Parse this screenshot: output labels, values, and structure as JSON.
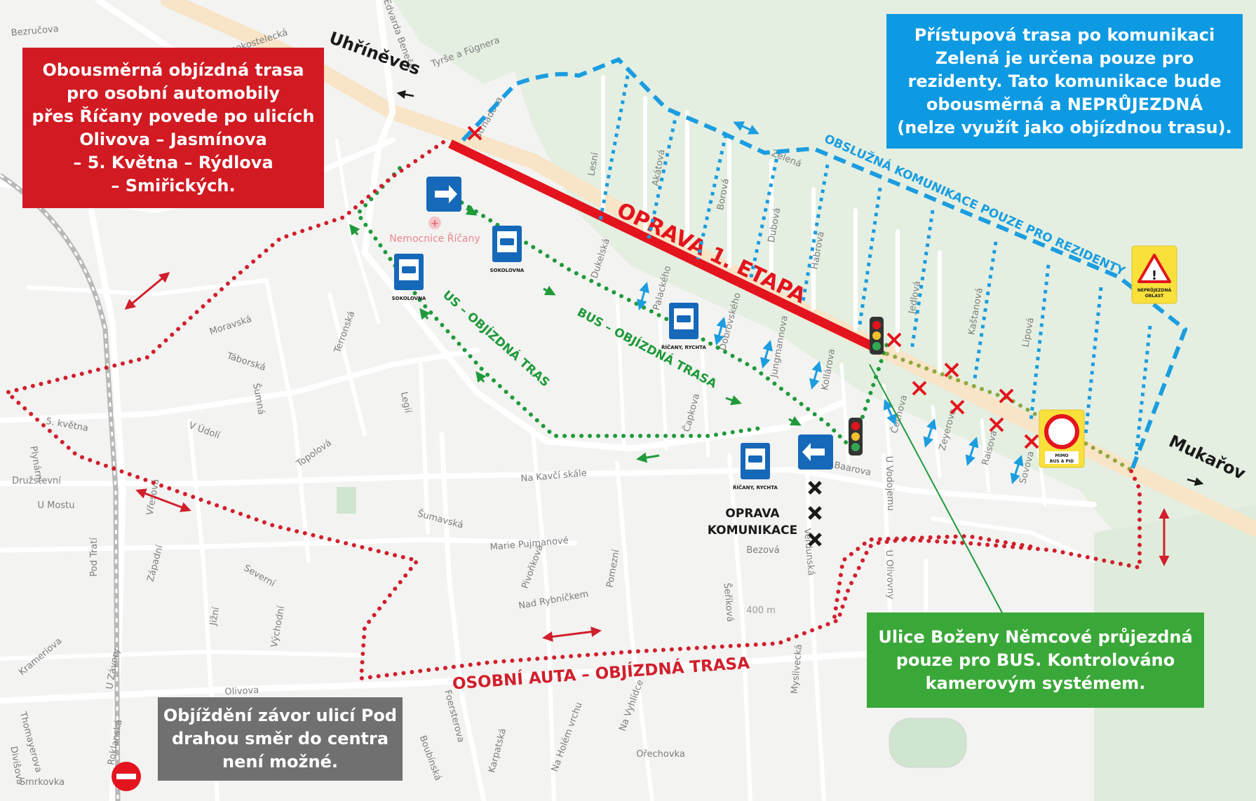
{
  "colors": {
    "repair": "#e3141d",
    "detour_car": "#d11f2c",
    "detour_bus": "#1f9a3b",
    "resident": "#1b9de0",
    "box_red": "#d21a22",
    "box_blue": "#0d9ae2",
    "box_green": "#3aa838",
    "box_gray": "#707070",
    "sign_blue": "#1668b8",
    "warning_yellow": "#f9e03a",
    "cross_black": "#1a1a1a"
  },
  "boxes": {
    "red": [
      "Obousměrná objízdná trasa",
      "pro osobní automobily",
      "přes Říčany povede po ulicích",
      "Olivova – Jasmínova",
      "– 5. Května – Rýdlova",
      "– Smiřických."
    ],
    "blue": [
      "Přístupová trasa po komunikaci",
      "Zelená je určena pouze pro",
      "rezidenty. Tato komunikace bude",
      "obousměrná a NEPRŮJEZDNÁ",
      "(nelze využít jako objízdnou trasu)."
    ],
    "green": [
      "Ulice Boženy Němcové průjezdná",
      "pouze pro BUS. Kontrolováno",
      "kamerovým systémem."
    ],
    "gray": [
      "Objíždění závor ulicí Pod",
      "drahou směr do centra",
      "není možné."
    ]
  },
  "labels": {
    "repair": "OPRAVA 1. ETAPA",
    "bus_detour": "BUS – OBJÍZDNÁ TRASA",
    "car_detour": "OSOBNÍ AUTA – OBJÍZDNÁ TRASA",
    "resident_road": "OBSLUŽNÁ KOMUNIKACE POUZE PRO REZIDENTY",
    "road_repair_1": "OPRAVA",
    "road_repair_2": "KOMUNIKACE",
    "dest_west": "Uhříněves",
    "dest_east": "Mukařov",
    "hospital": "Nemocnice Říčany",
    "stop_sokolovna": "SOKOLOVNA",
    "stop_ricany": "ŘÍČANY, RYCHTA",
    "warning_text_1": "NEPRŮJEZDNÁ",
    "warning_text_2": "OBLAST",
    "noentry_text_1": "MIMO",
    "noentry_text_2": "BUS A PID",
    "alt_400": "400 m"
  },
  "streets": [
    {
      "name": "Bezručova",
      "rot": -5
    },
    {
      "name": "Černokostelecká",
      "rot": -18
    },
    {
      "name": "Edvarda Beneše",
      "rot": 70
    },
    {
      "name": "Tyrše a Fügnera",
      "rot": -20
    },
    {
      "name": "Strnadova",
      "rot": -60
    },
    {
      "name": "Lesní",
      "rot": -80
    },
    {
      "name": "Akátová",
      "rot": -80
    },
    {
      "name": "Borová",
      "rot": -80
    },
    {
      "name": "Dubová",
      "rot": -80
    },
    {
      "name": "Habrová",
      "rot": -80
    },
    {
      "name": "Zelená",
      "rot": 22
    },
    {
      "name": "Jedlová",
      "rot": -80
    },
    {
      "name": "Kaštanová",
      "rot": -80
    },
    {
      "name": "Lipová",
      "rot": -80
    },
    {
      "name": "Palackého",
      "rot": -75
    },
    {
      "name": "Dukelská",
      "rot": -72
    },
    {
      "name": "Dobrovského",
      "rot": -75
    },
    {
      "name": "Jungmannova",
      "rot": -80
    },
    {
      "name": "Kollárova",
      "rot": -80
    },
    {
      "name": "Čechova",
      "rot": -75
    },
    {
      "name": "Zeyerova",
      "rot": -75
    },
    {
      "name": "Raisova",
      "rot": -75
    },
    {
      "name": "Sovova",
      "rot": -75
    },
    {
      "name": "Baarova",
      "rot": 12
    },
    {
      "name": "U Vodojemu",
      "rot": 88
    },
    {
      "name": "Čapkova",
      "rot": -75
    },
    {
      "name": "Moravská",
      "rot": -18
    },
    {
      "name": "Táborská",
      "rot": 18
    },
    {
      "name": "Terronská",
      "rot": -70
    },
    {
      "name": "Legií",
      "rot": 78
    },
    {
      "name": "Šumná",
      "rot": 80
    },
    {
      "name": "Topolová",
      "rot": -35
    },
    {
      "name": "V Údolí",
      "rot": 20
    },
    {
      "name": "5. května",
      "rot": 10
    },
    {
      "name": "Družstevní",
      "rot": 0
    },
    {
      "name": "U Mostu",
      "rot": 0
    },
    {
      "name": "Na Kavčí skále",
      "rot": -5
    },
    {
      "name": "Šumavská",
      "rot": 15
    },
    {
      "name": "Marie Pujmanové",
      "rot": -5
    },
    {
      "name": "Bezová",
      "rot": 0
    },
    {
      "name": "Západní",
      "rot": -75
    },
    {
      "name": "Severní",
      "rot": 30
    },
    {
      "name": "Jižní",
      "rot": -80
    },
    {
      "name": "Východní",
      "rot": -80
    },
    {
      "name": "Pivoňková",
      "rot": -70
    },
    {
      "name": "Nad Rybníčkem",
      "rot": -10
    },
    {
      "name": "Pomezní",
      "rot": -80
    },
    {
      "name": "Šeříková",
      "rot": 85
    },
    {
      "name": "Myslivecká",
      "rot": -85
    },
    {
      "name": "Olivova",
      "rot": -3
    },
    {
      "name": "Krameriova",
      "rot": -40
    },
    {
      "name": "U Závory",
      "rot": -80
    },
    {
      "name": "Roklanská",
      "rot": -80
    },
    {
      "name": "Thomayerova",
      "rot": 75
    },
    {
      "name": "Smrkovka",
      "rot": 0
    },
    {
      "name": "Ořechovka",
      "rot": 0
    },
    {
      "name": "Na Vyhlídce",
      "rot": -70
    },
    {
      "name": "Na Holém vrchu",
      "rot": -70
    },
    {
      "name": "Karpatská",
      "rot": -75
    },
    {
      "name": "Boubínská",
      "rot": 70
    },
    {
      "name": "Foersterova",
      "rot": 75
    },
    {
      "name": "Pod Tratí",
      "rot": -90
    },
    {
      "name": "U Olivovny",
      "rot": 88
    },
    {
      "name": "Verdunská",
      "rot": 85
    },
    {
      "name": "Vřesová",
      "rot": -80
    },
    {
      "name": "Plynární",
      "rot": 80
    },
    {
      "name": "Divišova",
      "rot": 80
    }
  ]
}
